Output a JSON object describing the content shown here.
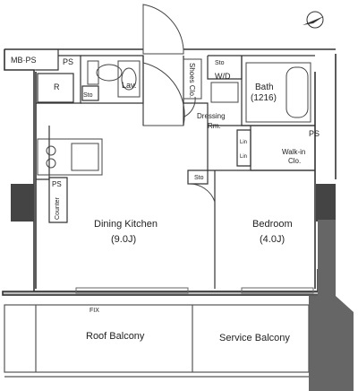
{
  "labels": {
    "mb_ps": "MB·PS",
    "ps_top": "PS",
    "r": "R",
    "sto_lav": "Sto",
    "lav": "Lav.",
    "shoes_clo": "Shoes Clo.",
    "sto_top": "Sto",
    "wd": "W/D",
    "bath": "Bath",
    "bath_size": "(1216)",
    "dressing": "Dressing",
    "rm": "Rm.",
    "lin1": "Lin",
    "lin2": "Lin",
    "ps_right": "PS",
    "walkin": "Walk-in",
    "walkin_clo": "Clo.",
    "sto_mid": "Sto",
    "ps_counter": "PS",
    "counter": "Counter",
    "dining": "Dining Kitchen",
    "dining_size": "(9.0J)",
    "bedroom": "Bedroom",
    "bedroom_size": "(4.0J)",
    "fix": "FIX",
    "roof_balcony": "Roof Balcony",
    "service_balcony": "Service Balcony"
  },
  "icons": {
    "compass": "north-arrow-icon"
  }
}
